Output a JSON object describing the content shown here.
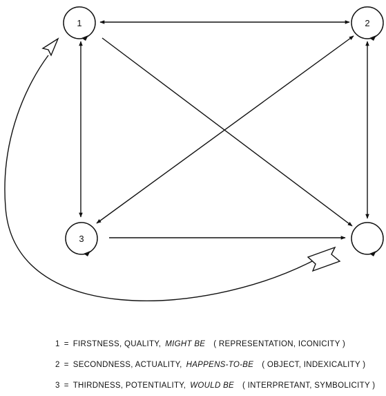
{
  "nodes": [
    {
      "id": "1",
      "label": "1"
    },
    {
      "id": "2",
      "label": "2"
    },
    {
      "id": "3",
      "label": "3"
    },
    {
      "id": "4",
      "label": ""
    }
  ],
  "legend": [
    {
      "num": "1",
      "eq": "=",
      "plain": "FIRSTNESS, QUALITY,",
      "em": "MIGHT BE",
      "paren": "( REPRESENTATION, ICONICITY )"
    },
    {
      "num": "2",
      "eq": "=",
      "plain": "SECONDNESS, ACTUALITY,",
      "em": "HAPPENS-TO-BE",
      "paren": "( OBJECT, INDEXICALITY )"
    },
    {
      "num": "3",
      "eq": "=",
      "plain": "THIRDNESS, POTENTIALITY,",
      "em": "WOULD BE",
      "paren": "( INTERPRETANT, SYMBOLICITY )"
    }
  ]
}
